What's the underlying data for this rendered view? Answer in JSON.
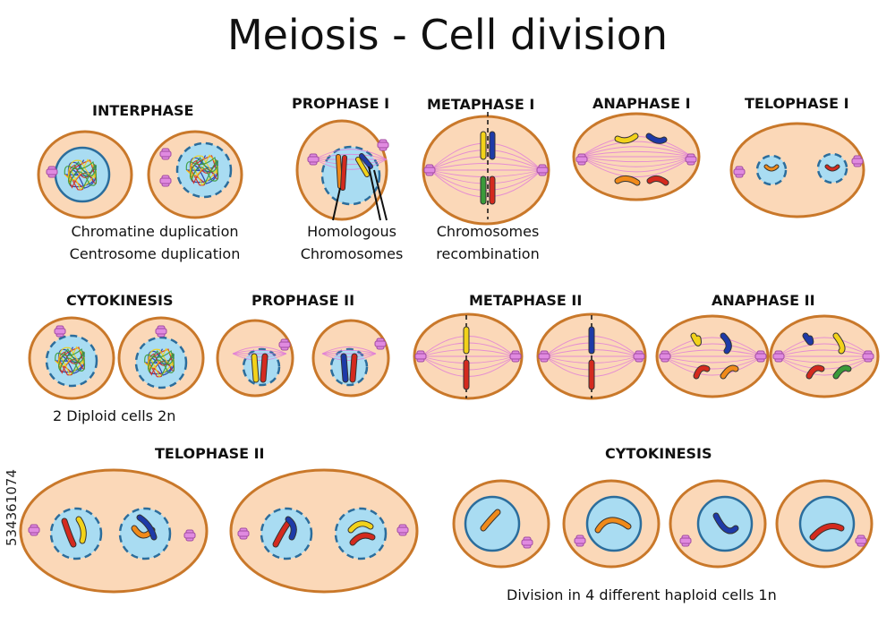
{
  "title": "Meiosis - Cell division",
  "stage_labels": {
    "interphase": "INTERPHASE",
    "prophase1": "PROPHASE I",
    "metaphase1": "METAPHASE I",
    "anaphase1": "ANAPHASE I",
    "telophase1": "TELOPHASE I",
    "cytokinesis1": "CYTOKINESIS",
    "prophase2": "PROPHASE II",
    "metaphase2": "METAPHASE II",
    "anaphase2": "ANAPHASE  II",
    "telophase2": "TELOPHASE II",
    "cytokinesis2": "CYTOKINESIS"
  },
  "captions": {
    "interphase_line1": "Chromatine duplication",
    "interphase_line2": "Centrosome duplication",
    "prophase1_line1": "Homologous",
    "prophase1_line2": "Chromosomes",
    "metaphase1_line1": "Chromosomes",
    "metaphase1_line2": "recombination",
    "cytokinesis1": "2 Diploid cells 2n",
    "cytokinesis2": "Division in 4 different haploid cells 1n"
  },
  "watermark_id": "534361074",
  "colors": {
    "cell_fill": "#fbd8b8",
    "cell_border": "#c9782a",
    "nucleus_fill": "#a9dcf2",
    "nucleus_border": "#2b6d9c",
    "spindle": "#e07ad8",
    "centrosome": "#e08ae0",
    "chrom_yellow": "#f2d21a",
    "chrom_red": "#d42a1e",
    "chrom_blue": "#1e3aa8",
    "chrom_green": "#3a9a3a",
    "chrom_orange": "#f08a1a"
  },
  "icons": [
    "cell",
    "nucleus",
    "centrosome",
    "chromosome",
    "spindle-fibers"
  ]
}
